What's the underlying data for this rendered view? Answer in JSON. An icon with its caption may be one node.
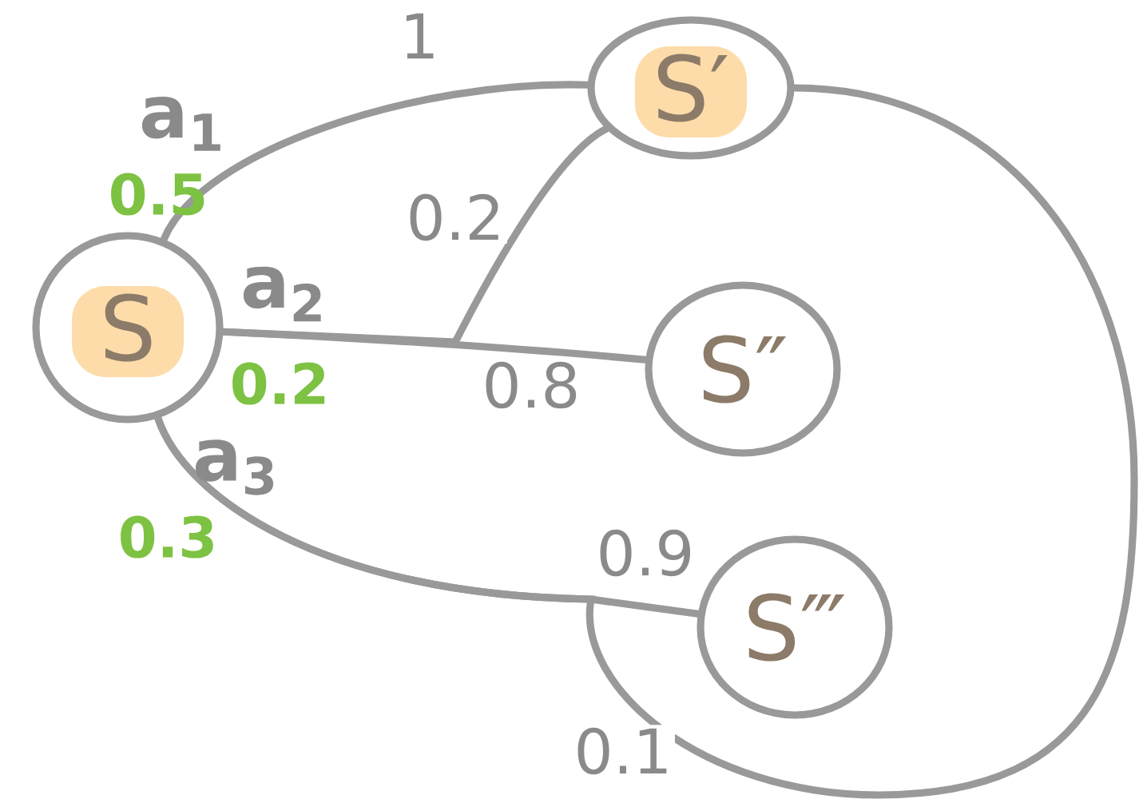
{
  "diagram": {
    "nodes": [
      {
        "text": [
          "S"
        ]
      },
      {
        "text": [
          "S′"
        ]
      },
      {
        "text": [
          "S″"
        ]
      },
      {
        "text": [
          "S‴"
        ]
      }
    ],
    "edges": [
      {
        "from": 0,
        "to": 1,
        "arrow": "none",
        "label": "1"
      },
      {
        "from": 0,
        "to": 1,
        "arrow": "none",
        "label": "0.2"
      },
      {
        "from": 0,
        "to": 2,
        "arrow": "none",
        "label": "0.8"
      },
      {
        "from": 0,
        "to": 3,
        "arrow": "none",
        "label": "0.9"
      },
      {
        "from": 0,
        "to": 1,
        "arrow": "none",
        "label": "0.1"
      }
    ],
    "labels": [
      "a$_{1}$",
      "0.5",
      "a$_{2}$",
      "0.2",
      "a$_{3}$",
      "0.3"
    ]
  }
}
